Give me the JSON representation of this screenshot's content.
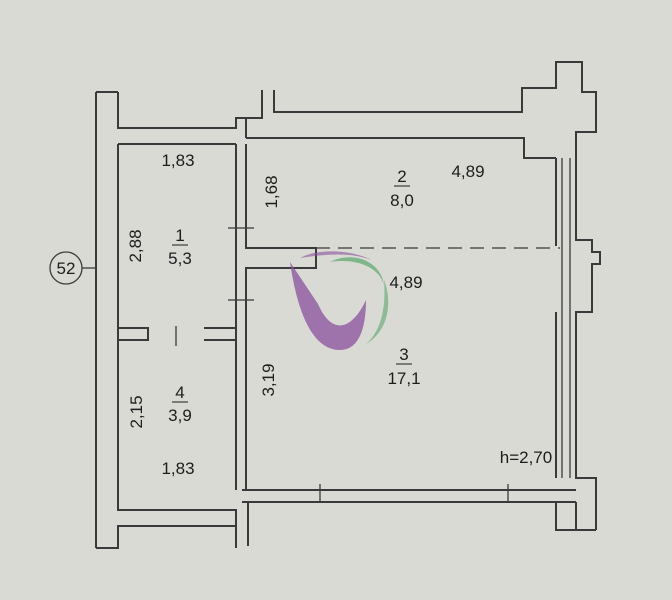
{
  "building_number": "52",
  "ceiling_height": "h=2,70",
  "rooms": [
    {
      "id": "1",
      "area": "5,3"
    },
    {
      "id": "2",
      "area": "8,0"
    },
    {
      "id": "3",
      "area": "17,1"
    },
    {
      "id": "4",
      "area": "3,9"
    }
  ],
  "dimensions": {
    "r1_top": "1,83",
    "r1_left": "2,88",
    "r2_left": "1,68",
    "r2_right": "4,89",
    "r3_mid": "4,89",
    "r3_left": "3,19",
    "r4_left": "2,15",
    "r4_bottom": "1,83"
  },
  "colors": {
    "background": "#d9dad3",
    "walls": "#3a3a3a",
    "logo_purple": "#8a4f9e",
    "logo_green": "#5aa86b"
  }
}
